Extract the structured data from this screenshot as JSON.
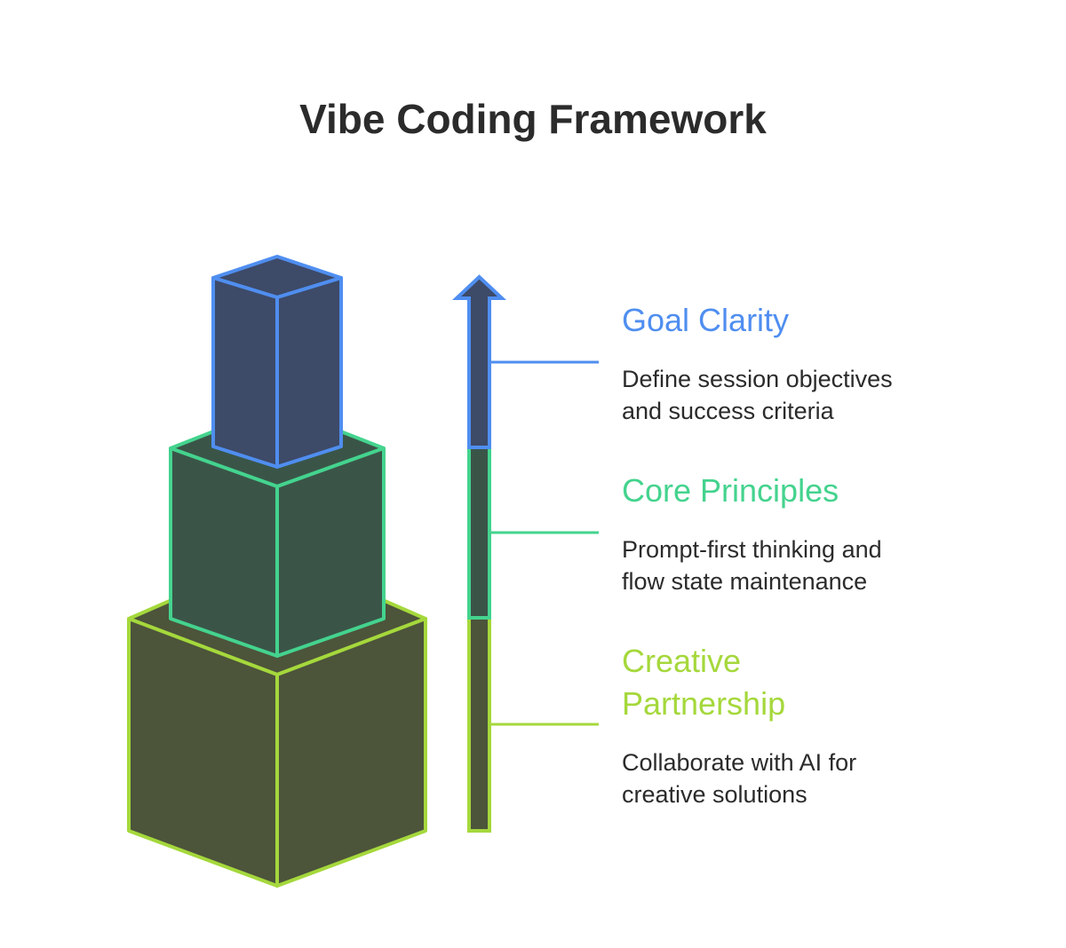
{
  "title": "Vibe Coding Framework",
  "levels": [
    {
      "id": "goal-clarity",
      "heading": [
        "Goal Clarity"
      ],
      "description": [
        "Define session objectives",
        "and success criteria"
      ],
      "stroke": "#4f8ef0",
      "fill": "#3d4a68"
    },
    {
      "id": "core-principles",
      "heading": [
        "Core Principles"
      ],
      "description": [
        "Prompt-first thinking and",
        "flow state maintenance"
      ],
      "stroke": "#44d38e",
      "fill": "#3a5548"
    },
    {
      "id": "creative-partnership",
      "heading": [
        "Creative",
        "Partnership"
      ],
      "description": [
        "Collaborate with AI for",
        "creative solutions"
      ],
      "stroke": "#a5d83c",
      "fill": "#4c543a"
    }
  ]
}
